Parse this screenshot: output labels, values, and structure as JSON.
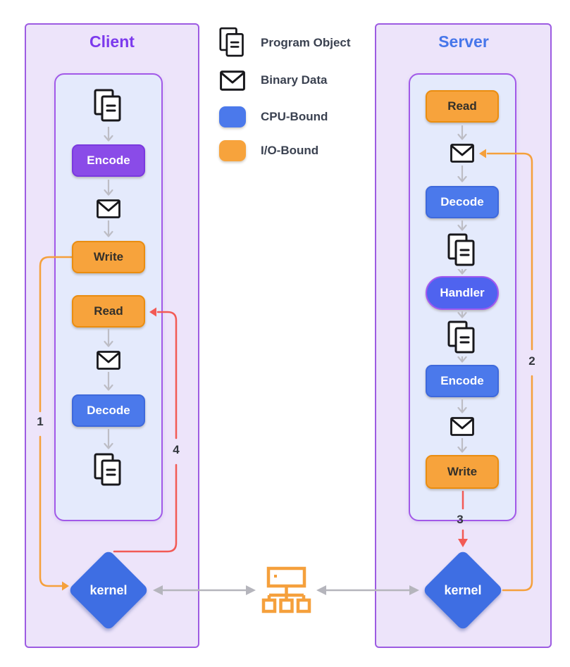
{
  "legend": {
    "items": [
      {
        "icon": "program-object-icon",
        "label": "Program Object"
      },
      {
        "icon": "binary-data-icon",
        "label": "Binary Data"
      },
      {
        "icon": "cpu-bound-swatch",
        "label": "CPU-Bound",
        "color": "#4B79EB"
      },
      {
        "icon": "io-bound-swatch",
        "label": "I/O-Bound",
        "color": "#F7A33C"
      }
    ]
  },
  "client": {
    "title": "Client",
    "kernel_label": "kernel",
    "nodes": [
      {
        "kind": "program-object"
      },
      {
        "kind": "flow-arrow"
      },
      {
        "kind": "step",
        "label": "Encode",
        "variant": "purple"
      },
      {
        "kind": "flow-arrow"
      },
      {
        "kind": "binary-data"
      },
      {
        "kind": "flow-arrow"
      },
      {
        "kind": "step",
        "label": "Write",
        "variant": "orange"
      },
      {
        "kind": "step",
        "label": "Read",
        "variant": "orange"
      },
      {
        "kind": "flow-arrow"
      },
      {
        "kind": "binary-data"
      },
      {
        "kind": "flow-arrow"
      },
      {
        "kind": "step",
        "label": "Decode",
        "variant": "blue"
      },
      {
        "kind": "flow-arrow"
      },
      {
        "kind": "program-object"
      }
    ]
  },
  "server": {
    "title": "Server",
    "kernel_label": "kernel",
    "nodes": [
      {
        "kind": "step",
        "label": "Read",
        "variant": "orange"
      },
      {
        "kind": "flow-arrow"
      },
      {
        "kind": "binary-data"
      },
      {
        "kind": "flow-arrow"
      },
      {
        "kind": "step",
        "label": "Decode",
        "variant": "blue"
      },
      {
        "kind": "flow-arrow"
      },
      {
        "kind": "program-object"
      },
      {
        "kind": "flow-arrow"
      },
      {
        "kind": "step",
        "label": "Handler",
        "variant": "handler"
      },
      {
        "kind": "flow-arrow"
      },
      {
        "kind": "program-object"
      },
      {
        "kind": "flow-arrow"
      },
      {
        "kind": "step",
        "label": "Encode",
        "variant": "blue"
      },
      {
        "kind": "flow-arrow"
      },
      {
        "kind": "binary-data"
      },
      {
        "kind": "flow-arrow"
      },
      {
        "kind": "step",
        "label": "Write",
        "variant": "orange"
      }
    ]
  },
  "connectors": {
    "c1": {
      "label": "1",
      "color": "#F5A03C"
    },
    "c2": {
      "label": "2",
      "color": "#F5A03C"
    },
    "c3": {
      "label": "3",
      "color": "#F25A55"
    },
    "c4": {
      "label": "4",
      "color": "#F25A55"
    }
  },
  "colors": {
    "panel_bg": "#EDE4FA",
    "panel_border": "#9D5BE2",
    "inner_bg": "#E4EAFC",
    "inner_border": "#A259E8",
    "client_title": "#7C3AED",
    "server_title": "#4676EA",
    "cpu_bound": "#4B79EB",
    "io_bound": "#F7A33C",
    "encode_purple": "#8A4BE8",
    "handler_blue": "#4F63EF",
    "kernel_blue": "#3E6EE3",
    "gray_arrow": "#B5B5BC",
    "orange_line": "#F5A03C",
    "red_line": "#F25A55"
  }
}
